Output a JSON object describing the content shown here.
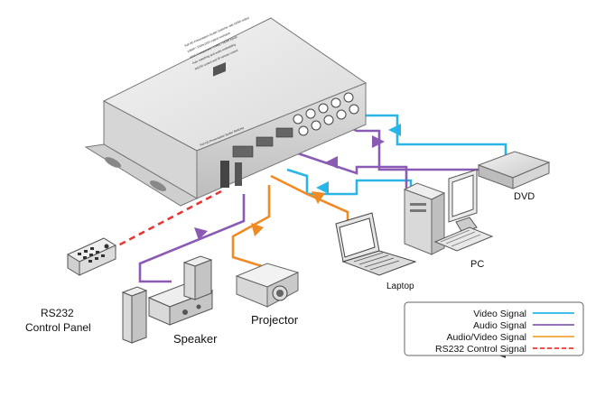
{
  "device": {
    "features": [
      "Full HD Presentation Scaler Switcher with HDMI output",
      "1080P / 1920x1200 output resolution",
      "VGA / Component / CVBS / HDMI inputs",
      "Auto switching and audio embedding",
      "RS232 control and IR remote control"
    ],
    "front_label": "Full HD Presentation Scaler Switcher"
  },
  "devices": {
    "dvd": "DVD",
    "pc": "PC",
    "laptop": "Laptop",
    "projector": "Projector",
    "speaker": "Speaker",
    "control_panel_line1": "RS232",
    "control_panel_line2": "Control Panel"
  },
  "legend": {
    "items": [
      {
        "label": "Video Signal",
        "color": "#29b6e6",
        "style": "solid"
      },
      {
        "label": "Audio Signal",
        "color": "#8a5bb5",
        "style": "solid"
      },
      {
        "label": "Audio/Video Signal",
        "color": "#f2a43a",
        "style": "solid"
      },
      {
        "label": "RS232 Control Signal",
        "color": "#e53935",
        "style": "dashed"
      }
    ]
  },
  "colors": {
    "video": "#29b6e6",
    "audio": "#8a5bb5",
    "av": "#f08a24",
    "rs232": "#e53935"
  }
}
